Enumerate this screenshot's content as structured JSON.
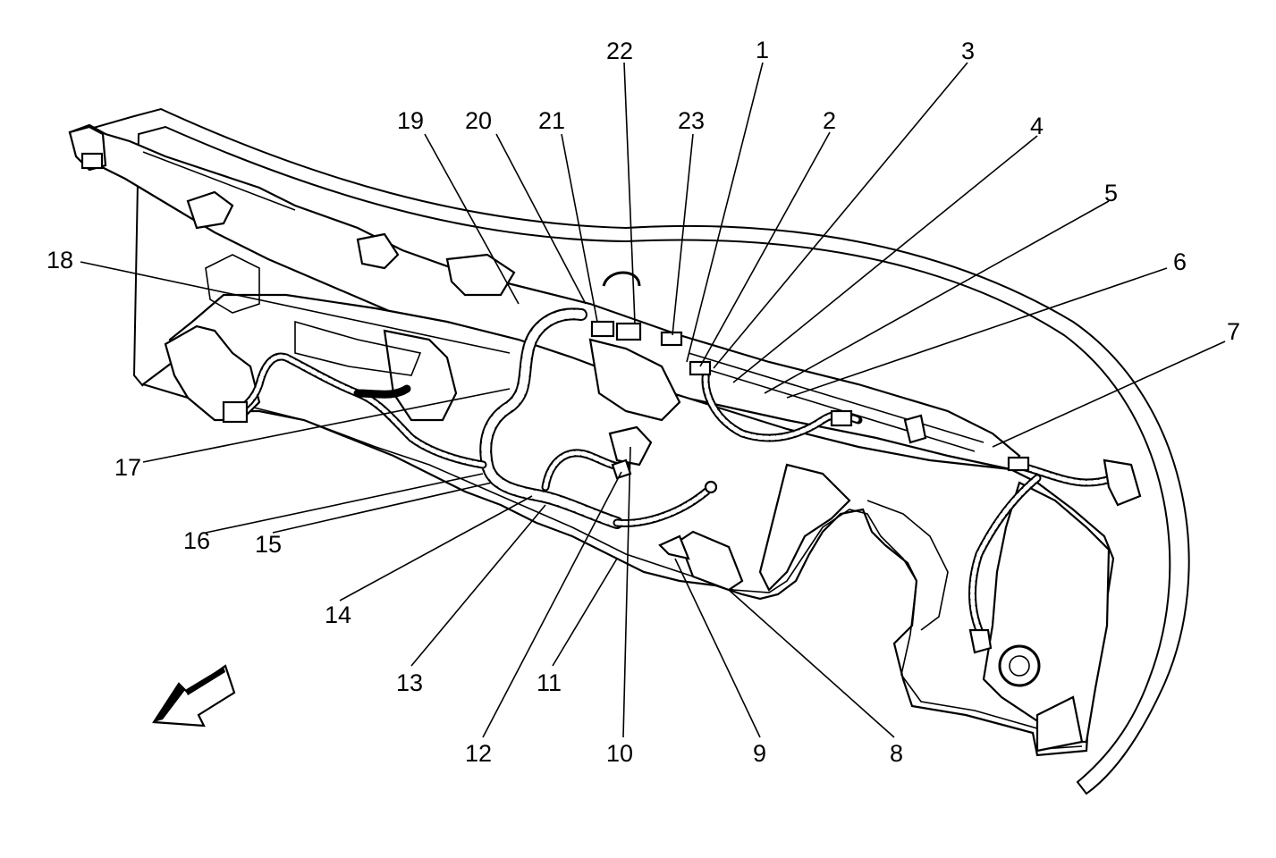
{
  "diagram": {
    "callouts": [
      {
        "id": "c1",
        "label": "1"
      },
      {
        "id": "c2",
        "label": "2"
      },
      {
        "id": "c3",
        "label": "3"
      },
      {
        "id": "c4",
        "label": "4"
      },
      {
        "id": "c5",
        "label": "5"
      },
      {
        "id": "c6",
        "label": "6"
      },
      {
        "id": "c7",
        "label": "7"
      },
      {
        "id": "c8",
        "label": "8"
      },
      {
        "id": "c9",
        "label": "9"
      },
      {
        "id": "c10",
        "label": "10"
      },
      {
        "id": "c11",
        "label": "11"
      },
      {
        "id": "c12",
        "label": "12"
      },
      {
        "id": "c13",
        "label": "13"
      },
      {
        "id": "c14",
        "label": "14"
      },
      {
        "id": "c15",
        "label": "15"
      },
      {
        "id": "c16",
        "label": "16"
      },
      {
        "id": "c17",
        "label": "17"
      },
      {
        "id": "c18",
        "label": "18"
      },
      {
        "id": "c19",
        "label": "19"
      },
      {
        "id": "c20",
        "label": "20"
      },
      {
        "id": "c21",
        "label": "21"
      },
      {
        "id": "c22",
        "label": "22"
      },
      {
        "id": "c23",
        "label": "23"
      }
    ],
    "direction_arrow": "front-direction-arrow",
    "colors": {
      "line": "#000000",
      "background": "#ffffff"
    }
  }
}
